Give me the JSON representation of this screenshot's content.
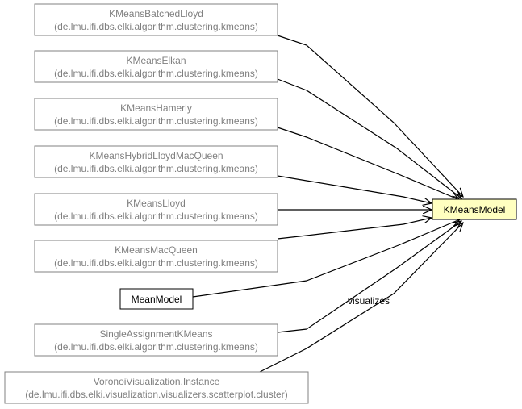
{
  "nodes": {
    "kmeans_batched_lloyd": {
      "name": "KMeansBatchedLloyd",
      "package": "(de.lmu.ifi.dbs.elki.algorithm.clustering.kmeans)"
    },
    "kmeans_elkan": {
      "name": "KMeansElkan",
      "package": "(de.lmu.ifi.dbs.elki.algorithm.clustering.kmeans)"
    },
    "kmeans_hamerly": {
      "name": "KMeansHamerly",
      "package": "(de.lmu.ifi.dbs.elki.algorithm.clustering.kmeans)"
    },
    "kmeans_hybrid": {
      "name": "KMeansHybridLloydMacQueen",
      "package": "(de.lmu.ifi.dbs.elki.algorithm.clustering.kmeans)"
    },
    "kmeans_lloyd": {
      "name": "KMeansLloyd",
      "package": "(de.lmu.ifi.dbs.elki.algorithm.clustering.kmeans)"
    },
    "kmeans_macqueen": {
      "name": "KMeansMacQueen",
      "package": "(de.lmu.ifi.dbs.elki.algorithm.clustering.kmeans)"
    },
    "mean_model": {
      "name": "MeanModel"
    },
    "single_assignment": {
      "name": "SingleAssignmentKMeans",
      "package": "(de.lmu.ifi.dbs.elki.algorithm.clustering.kmeans)"
    },
    "voronoi_instance": {
      "name": "VoronoiVisualization.Instance",
      "package": "(de.lmu.ifi.dbs.elki.visualization.visualizers.scatterplot.cluster)"
    },
    "kmeans_model": {
      "name": "KMeansModel"
    }
  },
  "edges": {
    "voronoi_label": "visualizes"
  }
}
